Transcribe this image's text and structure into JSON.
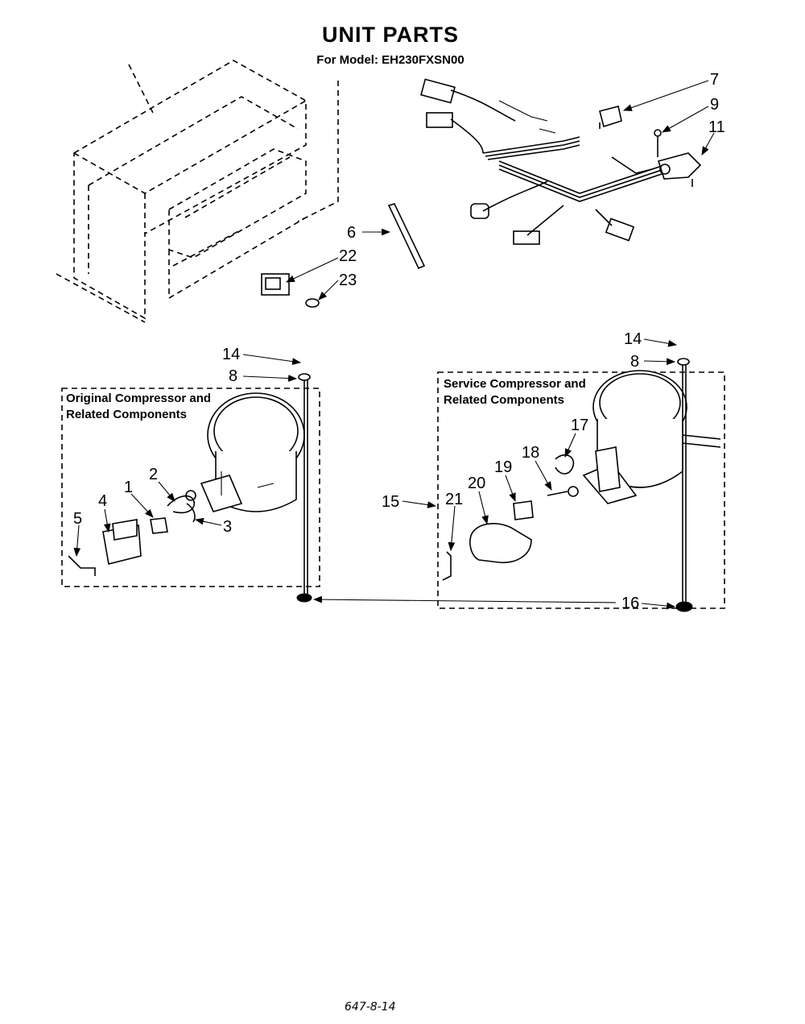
{
  "title": "UNIT PARTS",
  "subtitle": "For Model: EH230FXSN00",
  "boxes": {
    "original": {
      "line1": "Original Compressor and",
      "line2": "Related Components"
    },
    "service": {
      "line1": "Service Compressor and",
      "line2": "Related Components"
    }
  },
  "callouts": {
    "c1": "1",
    "c2": "2",
    "c3": "3",
    "c4": "4",
    "c5": "5",
    "c6": "6",
    "c7": "7",
    "c8a": "8",
    "c8b": "8",
    "c9": "9",
    "c11": "11",
    "c14a": "14",
    "c14b": "14",
    "c15": "15",
    "c16": "16",
    "c17": "17",
    "c18": "18",
    "c19": "19",
    "c20": "20",
    "c21": "21",
    "c22": "22",
    "c23": "23"
  },
  "footer": "647-8-14"
}
